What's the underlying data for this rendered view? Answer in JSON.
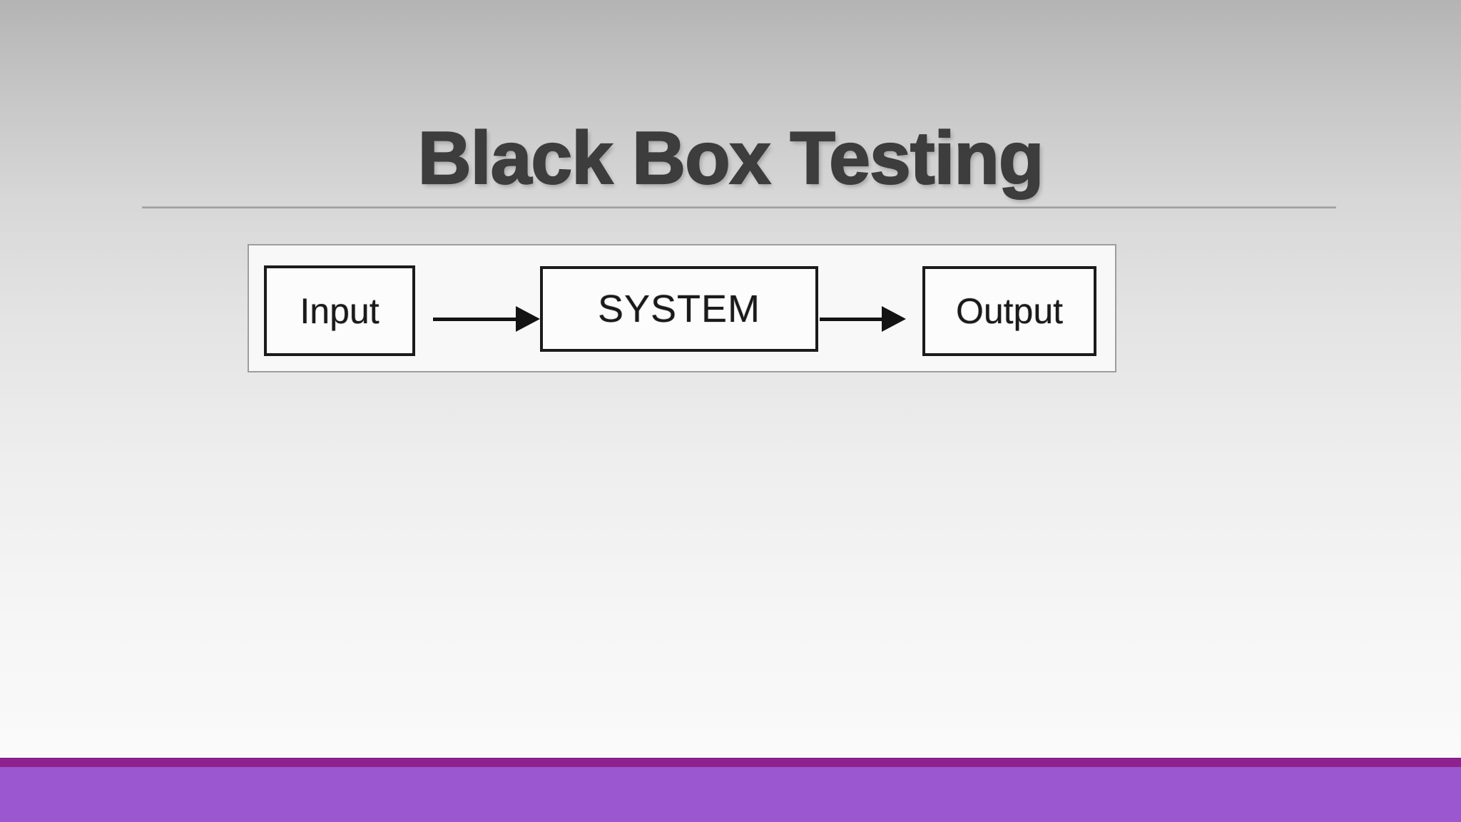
{
  "slide": {
    "title": "Black Box Testing"
  },
  "diagram": {
    "nodes": [
      {
        "id": "input",
        "label": "Input"
      },
      {
        "id": "system",
        "label": "SYSTEM"
      },
      {
        "id": "output",
        "label": "Output"
      }
    ],
    "edges": [
      {
        "from": "input",
        "to": "system",
        "icon": "arrow-right-icon"
      },
      {
        "from": "system",
        "to": "output",
        "icon": "arrow-right-icon"
      }
    ]
  },
  "colors": {
    "title_text": "#3d3d3d",
    "divider": "#8f8f8f",
    "background_top": "#b4b4b4",
    "background_bottom": "#fcfcfc",
    "panel_background": "#f8f8f8",
    "panel_border": "#9d9d9d",
    "node_border": "#1b1b1b",
    "node_text": "#1a1a1a",
    "arrow": "#131313",
    "footer_accent_dark": "#8e2190",
    "footer_accent_light": "#9a57d0"
  }
}
